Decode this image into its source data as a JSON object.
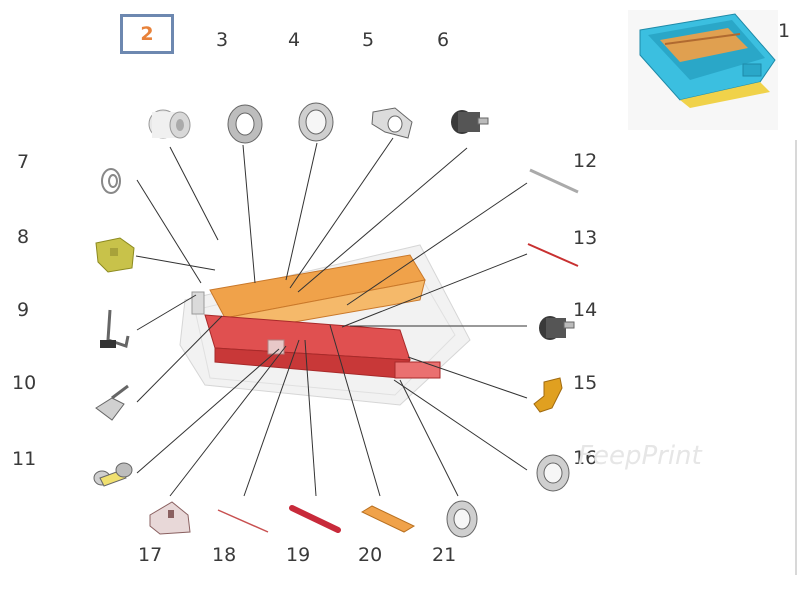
{
  "top_tabs": [
    {
      "label": "2",
      "selected": true
    },
    {
      "label": "3",
      "selected": false
    },
    {
      "label": "4",
      "selected": false
    },
    {
      "label": "5",
      "selected": false
    },
    {
      "label": "6",
      "selected": false
    }
  ],
  "callouts": {
    "c1": "1",
    "c7": "7",
    "c8": "8",
    "c9": "9",
    "c10": "10",
    "c11": "11",
    "c12": "12",
    "c13": "13",
    "c14": "14",
    "c15": "15",
    "c16": "16",
    "c17": "17",
    "c18": "18",
    "c19": "19",
    "c20": "20",
    "c21": "21"
  },
  "watermark": "FeepPrint",
  "colors": {
    "selected_tab_border": "#6d88b0",
    "selected_tab_text": "#e8823a",
    "roller_orange": "#f0a24a",
    "roller_red": "#d83a3a",
    "assembly_cyan": "#3bbfe0",
    "part_yellow": "#c8c24a",
    "part_gold": "#e0a020"
  }
}
